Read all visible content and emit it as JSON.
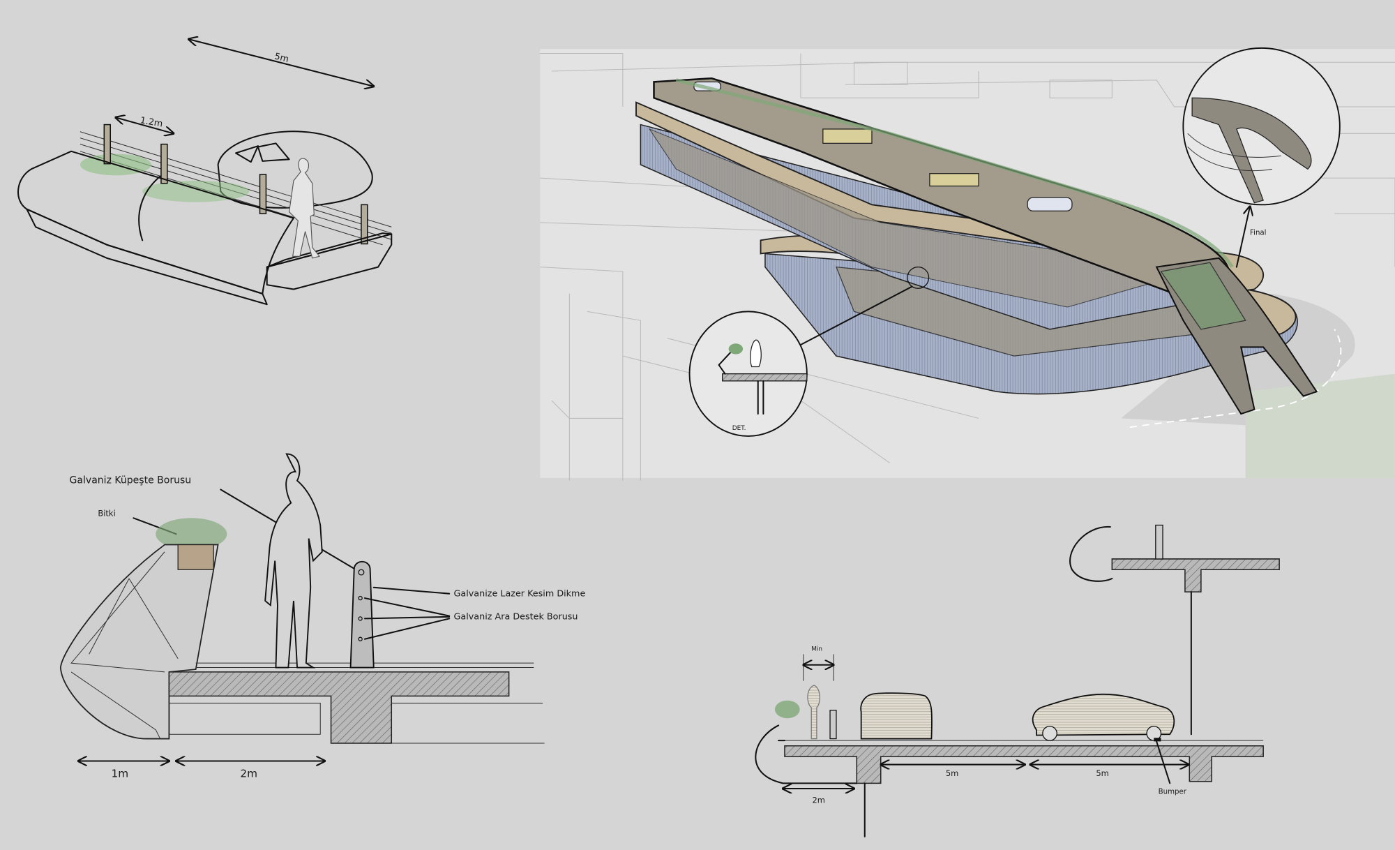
{
  "sheet": {
    "iso_detail": {
      "dim_length": "5m",
      "dim_post_spacing": "1.2m"
    },
    "section_detail": {
      "label_handrail": "Galvaniz Küpeşte Borusu",
      "label_plant": "Bitki",
      "label_post": "Galvanize Lazer Kesim Dikme",
      "label_support": "Galvaniz Ara Destek Borusu",
      "dim_parapet": "1m",
      "dim_walkway": "2m"
    },
    "perspective": {
      "callout_final": "Final",
      "callout_detail": "DET."
    },
    "parking_section": {
      "dim_min": "Min",
      "dim_bay_1": "5m",
      "dim_bay_2": "5m",
      "dim_walkway": "2m",
      "label_bumper": "Bumper"
    }
  },
  "colors": {
    "background": "#d5d5d5",
    "greenery": "#7fa878",
    "concrete": "#8f8a80",
    "facade": "#9aa6bd",
    "canopy": "#e4dfcf"
  }
}
